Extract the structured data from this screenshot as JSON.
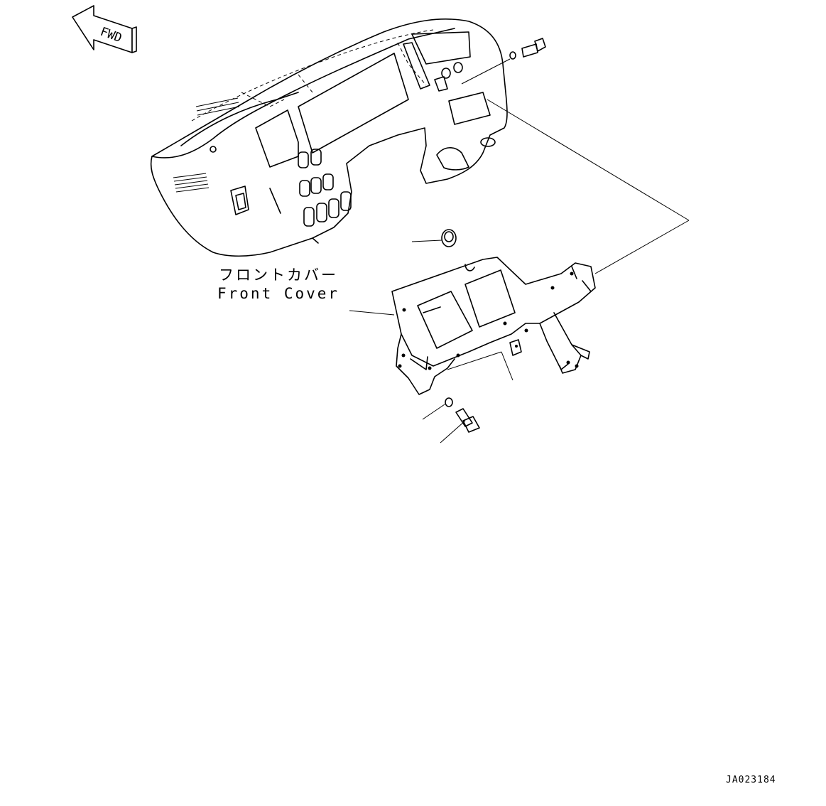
{
  "direction_arrow": {
    "label": "FWD"
  },
  "front_cover": {
    "label_jp": "フロントカバー",
    "label_en": "Front Cover"
  },
  "drawing_code": "JA023184"
}
